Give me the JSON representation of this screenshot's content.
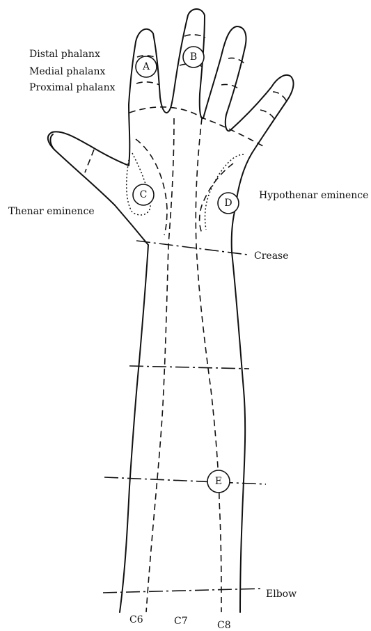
{
  "labels": {
    "distal_phalanx": "Distal phalanx",
    "medial_phalanx": "Medial phalanx",
    "proximal_phalanx": "Proximal phalanx",
    "hypothenar_eminence": "Hypothenar eminence",
    "thenar_eminence": "Thenar eminence",
    "crease": "Crease",
    "elbow": "Elbow",
    "c6": "C6",
    "c7": "C7",
    "c8": "C8"
  },
  "markers": {
    "a": "A",
    "b": "B",
    "c": "C",
    "d": "D",
    "e": "E"
  }
}
